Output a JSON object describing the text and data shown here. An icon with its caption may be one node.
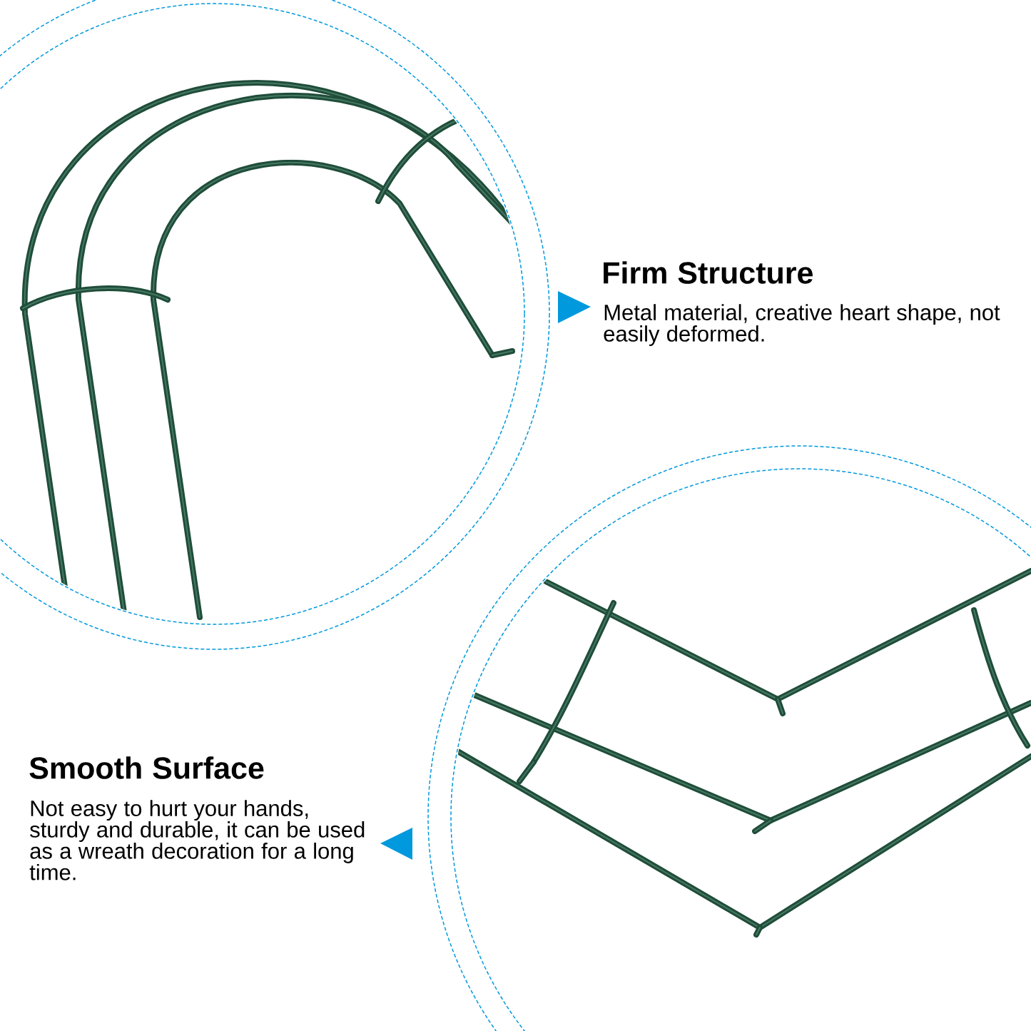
{
  "diagram": {
    "labels": [
      "Firm Structure",
      "Metal material, creative heart shape, not easily deformed.",
      "Smooth Surface",
      "Not easy to hurt your hands, sturdy and durable, it can be used as a wreath decoration for a long time."
    ]
  }
}
